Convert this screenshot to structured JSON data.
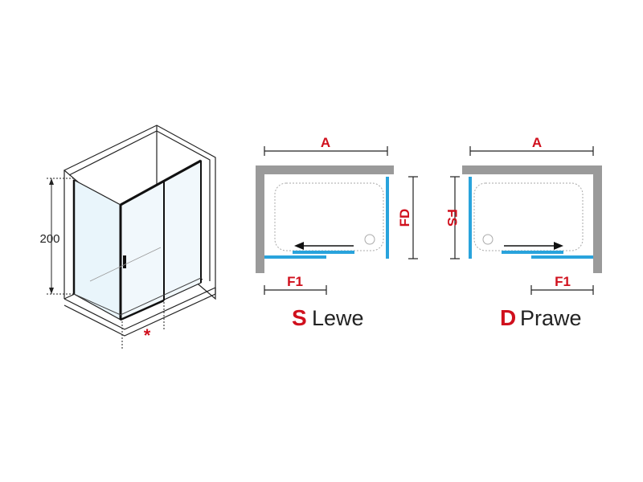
{
  "enclosure": {
    "height_label": "200",
    "asterisk": "*"
  },
  "left_plan": {
    "width_label": "A",
    "side_label": "FD",
    "door_label": "F1",
    "letter": "S",
    "word": "Lewe"
  },
  "right_plan": {
    "width_label": "A",
    "side_label": "FS",
    "door_label": "F1",
    "letter": "D",
    "word": "Prawe"
  },
  "colors": {
    "glass": "#29a3dc",
    "wall": "#9a9a9a",
    "accent": "#d0101d"
  }
}
